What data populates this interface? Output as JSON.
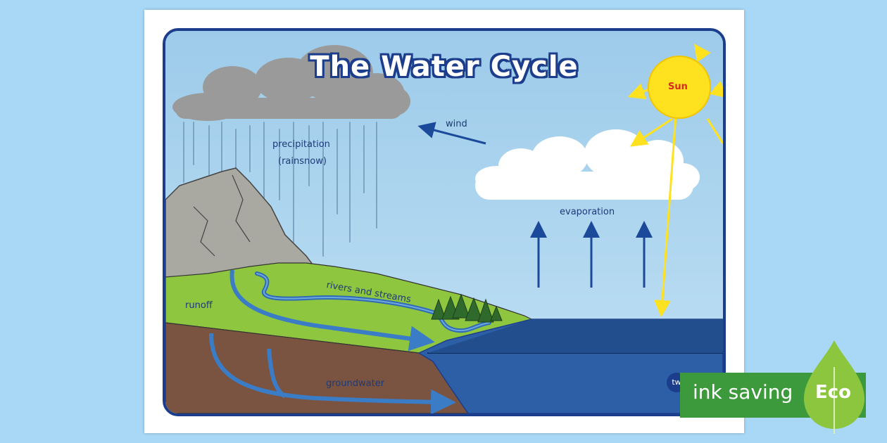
{
  "poster": {
    "title": "The Water Cycle",
    "labels": {
      "sun": "Sun",
      "wind": "wind",
      "precipitation_line1": "precipitation",
      "precipitation_line2": "(rainsnow)",
      "evaporation": "evaporation",
      "rivers": "rivers and streams",
      "runoff": "runoff",
      "groundwater": "groundwater"
    },
    "colors": {
      "frame": "#1c3d8c",
      "sky": "#9fcdeb",
      "sun": "#ffe21f",
      "sun_label": "#d62b1e",
      "arrows": "#1c4a9a",
      "grass": "#8ec63f",
      "soil": "#7a5440",
      "sea": "#2c5fa5"
    }
  },
  "eco_badge": {
    "text": "ink saving",
    "word": "Eco",
    "color": "#3d9a3c"
  }
}
